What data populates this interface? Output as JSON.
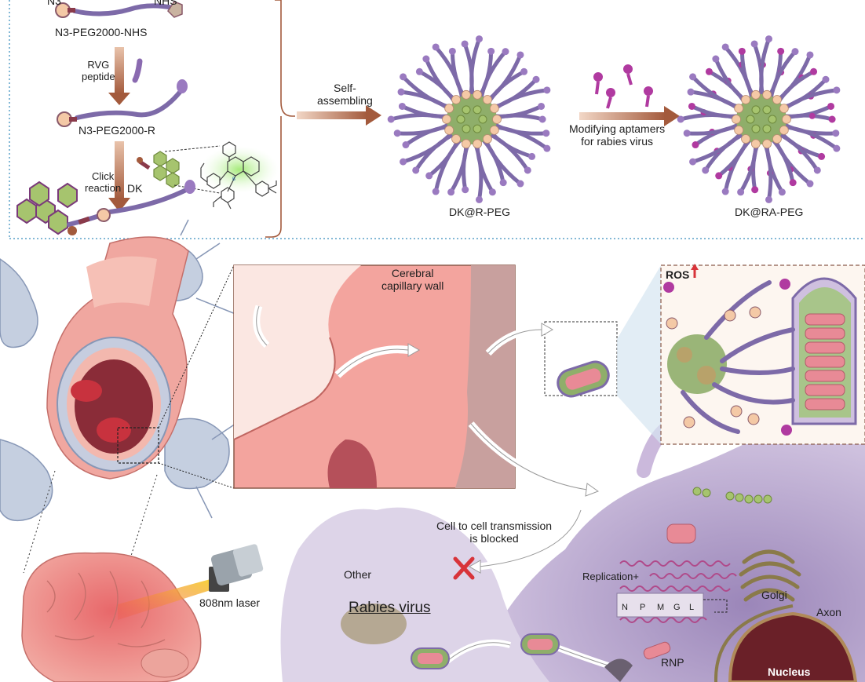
{
  "synthesis": {
    "n3_label": "N3",
    "nhs_label": "NHS",
    "n3_peg_nhs": "N3-PEG2000-NHS",
    "rvg_peptide": "RVG\npeptide",
    "n3_peg_r": "N3-PEG2000-R",
    "click_reaction": "Click\nreaction",
    "dk": "DK"
  },
  "assembly": {
    "self_assembling": "Self-\nassembling",
    "dk_r_peg": "DK@R-PEG",
    "modifying_aptamers": "Modifying aptamers\nfor rabies virus",
    "dk_ra_peg": "DK@RA-PEG"
  },
  "bottom": {
    "cerebral_wall": "Cerebral\ncapillary wall",
    "ros": "ROS",
    "cell_to_cell": "Cell to cell transmission\nis blocked",
    "other": "Other",
    "rabies_virus": "Rabies virus",
    "laser": "808nm laser",
    "replication": "Replication+",
    "genes": [
      "N",
      "P",
      "M",
      "G",
      "L"
    ],
    "golgi": "Golgi",
    "axon": "Axon",
    "rnp": "RNP",
    "nucleus": "Nucleus"
  },
  "colors": {
    "peg_chain": "#7d6aa8",
    "core_green": "#8fae6a",
    "bead_peach": "#f4c9a6",
    "aptamer_magenta": "#b03aa0",
    "arrow_brown": "#a35a3c",
    "vessel_pink": "#f0a7a0",
    "cell_purple": "#b7a6cc",
    "divider_blue": "#5aa0c8",
    "blocked_red": "#d8343a"
  },
  "icons": [
    "cross-icon",
    "arrow-up-icon",
    "laser-icon",
    "brain-icon"
  ]
}
